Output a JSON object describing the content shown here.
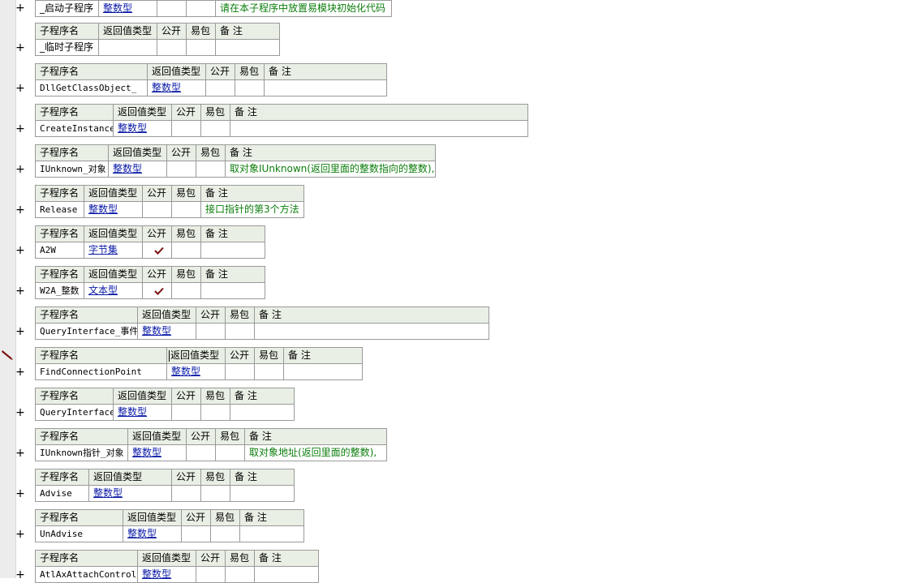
{
  "headers": {
    "name": "子程序名",
    "return_type": "返回值类型",
    "public": "公开",
    "ebag": "易包",
    "note": "备 注"
  },
  "expand_symbol": "+",
  "subroutines": [
    {
      "name": "_启动子程序",
      "return_type": "整数型",
      "public": false,
      "note": "请在本子程序中放置易模块初始化代码"
    },
    {
      "name": "_临时子程序",
      "return_type": "",
      "public": false,
      "note": ""
    },
    {
      "name": "DllGetClassObject_",
      "return_type": "整数型",
      "public": false,
      "note": ""
    },
    {
      "name": "CreateInstance",
      "return_type": "整数型",
      "public": false,
      "note": ""
    },
    {
      "name": "IUnknown_对象",
      "return_type": "整数型",
      "public": false,
      "note": "取对象IUnknown(返回里面的整数指向的整数),"
    },
    {
      "name": "Release",
      "return_type": "整数型",
      "public": false,
      "note": "接口指针的第3个方法"
    },
    {
      "name": "A2W",
      "return_type": "字节集",
      "public": true,
      "note": ""
    },
    {
      "name": "W2A_整数",
      "return_type": "文本型",
      "public": true,
      "note": ""
    },
    {
      "name": "QueryInterface_事件",
      "return_type": "整数型",
      "public": false,
      "note": ""
    },
    {
      "name": "FindConnectionPoint",
      "return_type": "整数型",
      "public": false,
      "note": ""
    },
    {
      "name": "QueryInterface",
      "return_type": "整数型",
      "public": false,
      "note": ""
    },
    {
      "name": "IUnknown指针_对象",
      "return_type": "整数型",
      "public": false,
      "note": "取对象地址(返回里面的整数),"
    },
    {
      "name": "Advise",
      "return_type": "整数型",
      "public": false,
      "note": ""
    },
    {
      "name": "UnAdvise",
      "return_type": "整数型",
      "public": false,
      "note": ""
    },
    {
      "name": "AtlAxAttachControl",
      "return_type": "整数型",
      "public": false,
      "note": ""
    }
  ]
}
